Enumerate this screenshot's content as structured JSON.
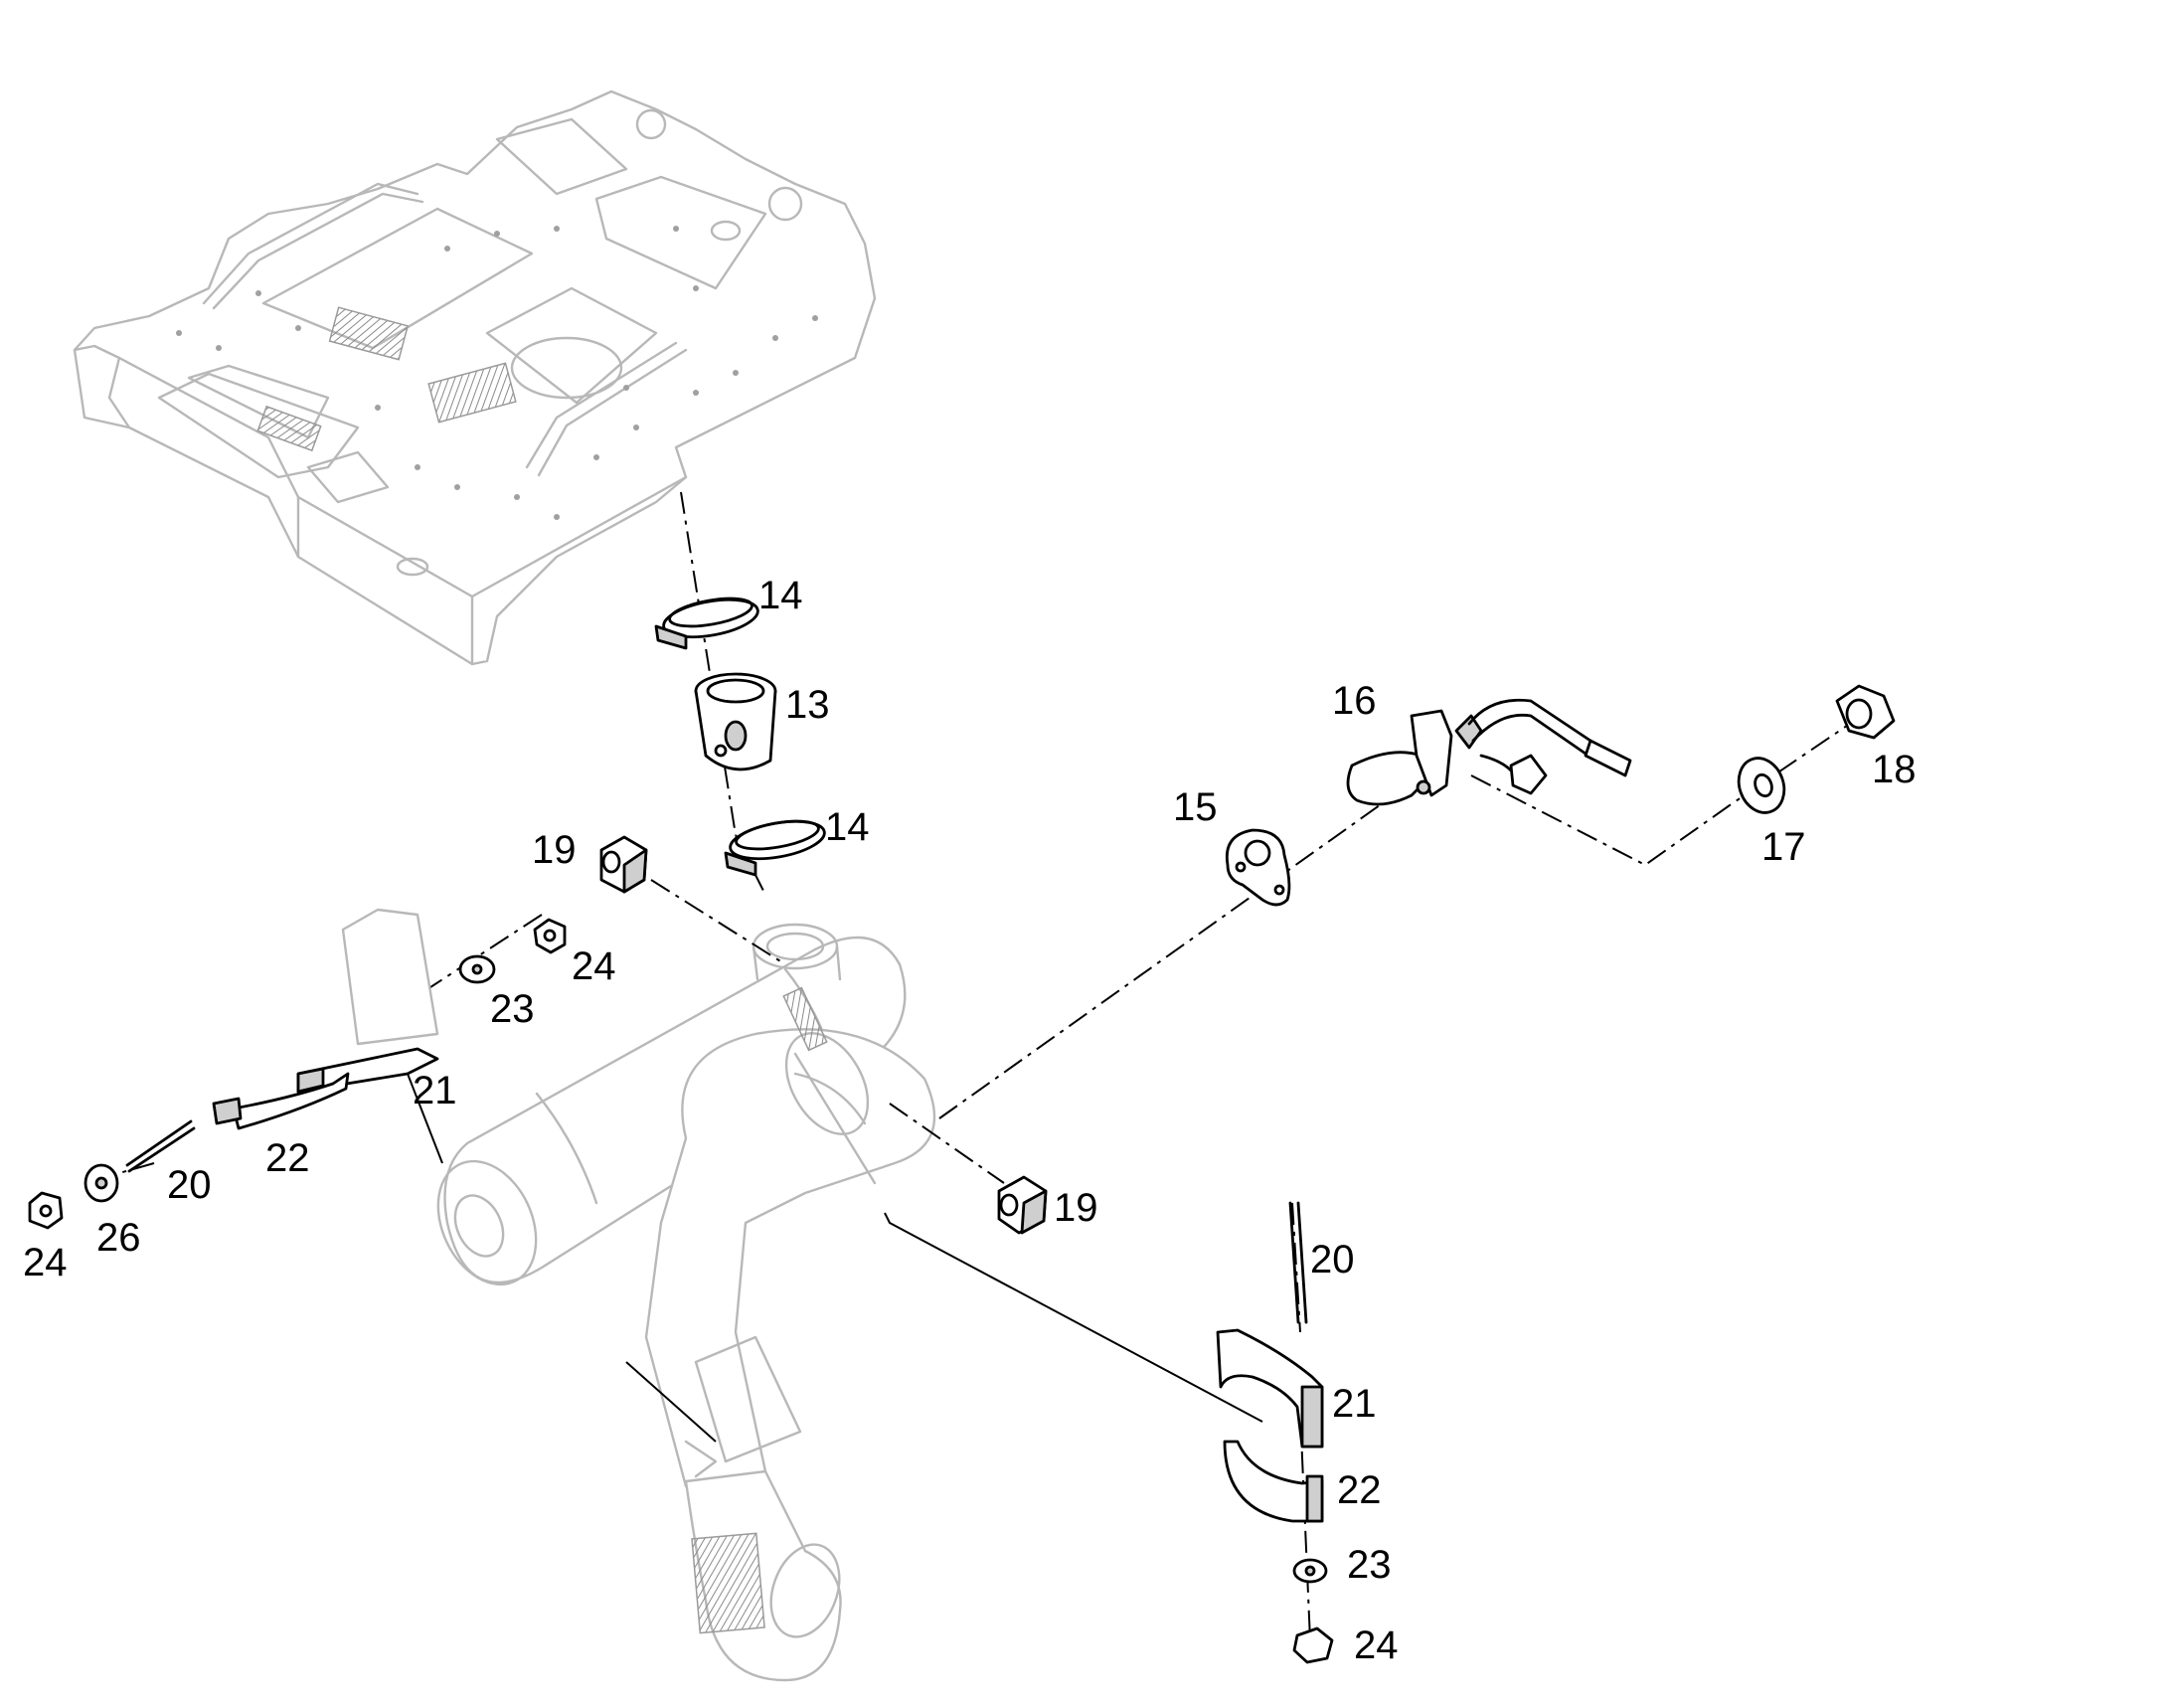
{
  "diagram": {
    "type": "exploded-parts-view",
    "callouts": [
      {
        "id": "c14a",
        "label": "14"
      },
      {
        "id": "c13",
        "label": "13"
      },
      {
        "id": "c14b",
        "label": "14"
      },
      {
        "id": "c16",
        "label": "16"
      },
      {
        "id": "c18",
        "label": "18"
      },
      {
        "id": "c15",
        "label": "15"
      },
      {
        "id": "c17",
        "label": "17"
      },
      {
        "id": "c19a",
        "label": "19"
      },
      {
        "id": "c24a",
        "label": "24"
      },
      {
        "id": "c23a",
        "label": "23"
      },
      {
        "id": "c21a",
        "label": "21"
      },
      {
        "id": "c22a",
        "label": "22"
      },
      {
        "id": "c20a",
        "label": "20"
      },
      {
        "id": "c26",
        "label": "26"
      },
      {
        "id": "c24b",
        "label": "24"
      },
      {
        "id": "c19b",
        "label": "19"
      },
      {
        "id": "c20b",
        "label": "20"
      },
      {
        "id": "c21b",
        "label": "21"
      },
      {
        "id": "c22b",
        "label": "22"
      },
      {
        "id": "c23b",
        "label": "23"
      },
      {
        "id": "c24c",
        "label": "24"
      }
    ]
  }
}
